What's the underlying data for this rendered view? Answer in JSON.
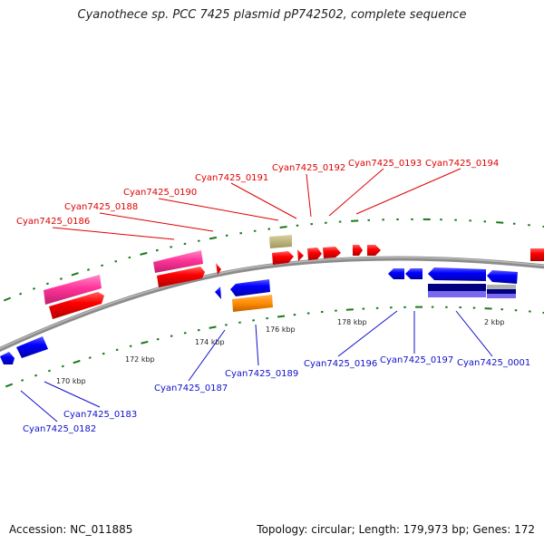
{
  "title": "Cyanothece sp. PCC 7425 plasmid pP742502, complete sequence",
  "footer": {
    "accession": "Accession: NC_011885",
    "summary": "Topology: circular; Length: 179,973 bp; Genes: 172"
  },
  "colors": {
    "forward_label": "#e00000",
    "reverse_label": "#1010cc",
    "backbone": "#8c8c8c",
    "tick": "#1a7a1a",
    "cds_forward": "#ff0000",
    "cds_reverse": "#0000ff",
    "rna_pink": "#ff3399",
    "olive": "#b8b078",
    "orange": "#ff8c00",
    "navy": "#000080",
    "lavender": "#7b68ee"
  },
  "genome": {
    "length_bp": 179973,
    "topology": "circular"
  },
  "tick_labels": [
    {
      "text": "170 kbp"
    },
    {
      "text": "172 kbp"
    },
    {
      "text": "174 kbp"
    },
    {
      "text": "176 kbp"
    },
    {
      "text": "178 kbp"
    },
    {
      "text": "2 kbp"
    }
  ],
  "forward_labels": [
    {
      "text": "Cyan7425_0186"
    },
    {
      "text": "Cyan7425_0188"
    },
    {
      "text": "Cyan7425_0190"
    },
    {
      "text": "Cyan7425_0191"
    },
    {
      "text": "Cyan7425_0192"
    },
    {
      "text": "Cyan7425_0193"
    },
    {
      "text": "Cyan7425_0194"
    }
  ],
  "reverse_labels": [
    {
      "text": "Cyan7425_0182"
    },
    {
      "text": "Cyan7425_0183"
    },
    {
      "text": "Cyan7425_0187"
    },
    {
      "text": "Cyan7425_0189"
    },
    {
      "text": "Cyan7425_0196"
    },
    {
      "text": "Cyan7425_0197"
    },
    {
      "text": "Cyan7425_0001"
    }
  ]
}
